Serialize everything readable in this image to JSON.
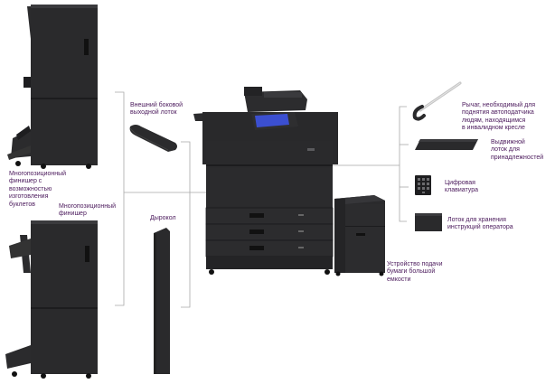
{
  "labels": {
    "booklet_finisher": "Многопозиционный\nфинишер с\nвозможностью\nизготовления\nбуклетов",
    "multi_finisher": "Многопозиционный\nфинишер",
    "side_tray": "Внешний боковой\nвыходной лоток",
    "hole_punch": "Дырокол",
    "lever": "Рычаг, необходимый для\nподнятия автоподатчика\nлюдям, находящимся\nв инвалидном кресле",
    "pullout_tray": "Выдвижной\nлоток для\nпринадлежностей",
    "keypad": "Цифровая\nклавиатура",
    "manual_tray": "Лоток для хранения\nинструкций оператора",
    "lcf": "Устройство подачи\nбумаги большой\nемкости"
  },
  "colors": {
    "body": "#2a2a2c",
    "body_dark": "#1b1b1d",
    "body_light": "#3a3a3d",
    "line": "#9a9a9a",
    "text": "#4b1a5c",
    "screen": "#3b4fd1"
  }
}
